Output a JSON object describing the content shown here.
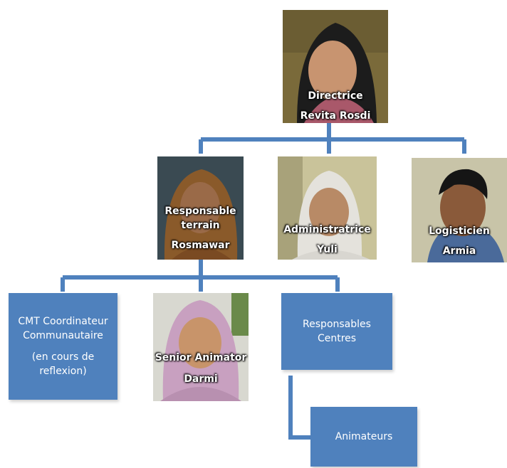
{
  "colors": {
    "box": "#4f81bd",
    "connector": "#4f81bd",
    "caption": "#ffffff"
  },
  "directrice": {
    "role": "Directrice",
    "name": "Revita Rosdi"
  },
  "level2": [
    {
      "role_line1": "Responsable",
      "role_line2": "terrain",
      "name": "Rosmawar"
    },
    {
      "role": "Administratrice",
      "name": "Yuli"
    },
    {
      "role": "Logisticien",
      "name": "Armia"
    }
  ],
  "level3": {
    "cmt": {
      "line1": "CMT Coordinateur",
      "line2": "Communautaire",
      "line3": "(en cours de",
      "line4": "reflexion)"
    },
    "senior": {
      "role": "Senior Animator",
      "name": "Darmi"
    },
    "centres": {
      "line1": "Responsables",
      "line2": "Centres"
    }
  },
  "animateurs": {
    "label": "Animateurs"
  }
}
